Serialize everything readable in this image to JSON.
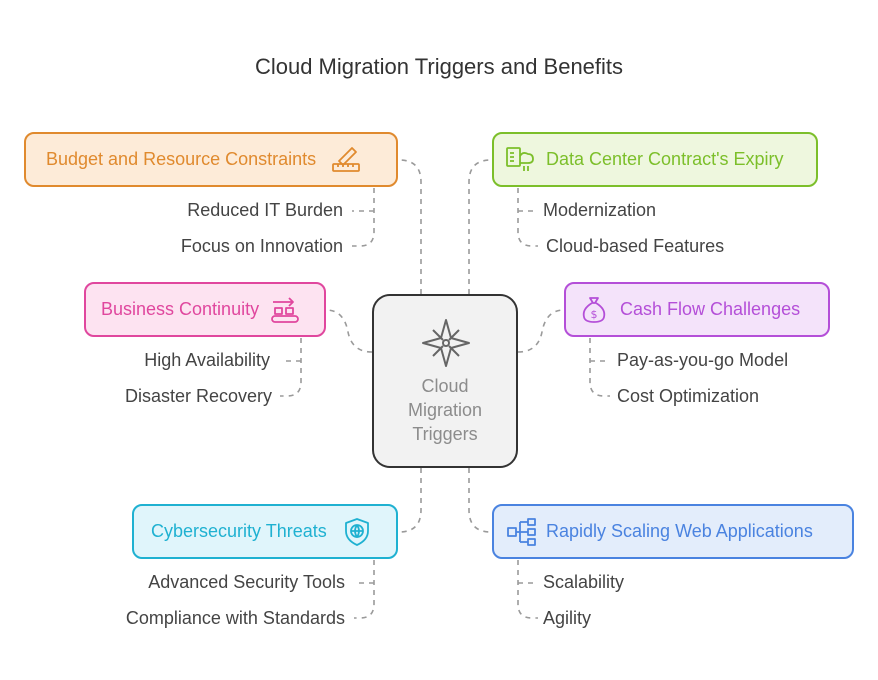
{
  "title": "Cloud Migration Triggers and Benefits",
  "center": {
    "label_lines": [
      "Cloud",
      "Migration",
      "Triggers"
    ],
    "icon": "compass-star-icon"
  },
  "triggers": [
    {
      "label": "Budget and Resource Constraints",
      "icon": "pencil-ruler-icon",
      "color": "#e08a2e",
      "benefits": [
        "Reduced IT Burden",
        "Focus on Innovation"
      ]
    },
    {
      "label": "Data Center Contract's Expiry",
      "icon": "server-cloud-icon",
      "color": "#7cbf2a",
      "benefits": [
        "Modernization",
        "Cloud-based Features"
      ]
    },
    {
      "label": "Business Continuity",
      "icon": "conveyor-icon",
      "color": "#e0479e",
      "benefits": [
        "High Availability",
        "Disaster Recovery"
      ]
    },
    {
      "label": "Cash Flow Challenges",
      "icon": "money-bag-icon",
      "color": "#b44fd8",
      "benefits": [
        "Pay-as-you-go Model",
        "Cost Optimization"
      ]
    },
    {
      "label": "Cybersecurity Threats",
      "icon": "shield-globe-icon",
      "color": "#1fb1d1",
      "benefits": [
        "Advanced Security Tools",
        "Compliance with Standards"
      ]
    },
    {
      "label": "Rapidly Scaling Web Applications",
      "icon": "network-nodes-icon",
      "color": "#4a83e0",
      "benefits": [
        "Scalability",
        "Agility"
      ]
    }
  ]
}
